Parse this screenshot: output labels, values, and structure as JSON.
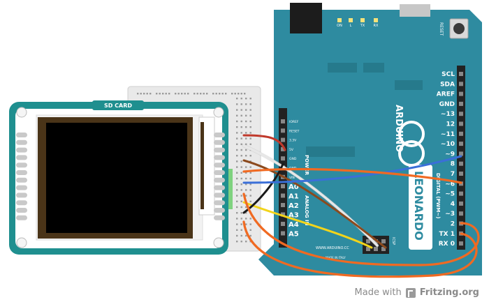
{
  "screen": {
    "module_title": "SD CARD"
  },
  "arduino": {
    "brand": "ARDUINO",
    "model": "LEONARDO",
    "website": "WWW.ARDUINO.CC",
    "made_in": "MADE IN ITALY",
    "reset_label": "RESET",
    "icsp_label": "ICSP",
    "digital_label": "DIGITAL (PWM~)",
    "analog_label": "ANALOG IN",
    "power_label": "POWER",
    "led_labels": [
      "ON",
      "L",
      "TX",
      "RX"
    ],
    "right_header_pins": [
      "SCL",
      "SDA",
      "AREF",
      "GND",
      "~13",
      "12",
      "~11",
      "~10",
      "~9",
      "8",
      "7",
      "~6",
      "~5",
      "4",
      "~3",
      "2",
      "TX 1",
      "RX 0"
    ],
    "power_pins": [
      "IOREF",
      "RESET",
      "3.3V",
      "5V",
      "GND",
      "GND",
      "VIN"
    ],
    "analog_pins": [
      "A0",
      "A1",
      "A2",
      "A3",
      "A4",
      "A5"
    ]
  },
  "wire_colors": {
    "red": "#c0392b",
    "white": "#ffffff",
    "brown": "#8b4a1e",
    "yellow": "#f2d41b",
    "blue": "#3a6fd8",
    "black": "#1a1a1a",
    "orange": "#f06a22"
  },
  "colors": {
    "board_teal": "#2e8ba0",
    "board_dark": "#1f6f80",
    "module_teal": "#1f8f8f"
  },
  "footer": {
    "made_with": "Made with",
    "brand": "Fritzing.org"
  }
}
